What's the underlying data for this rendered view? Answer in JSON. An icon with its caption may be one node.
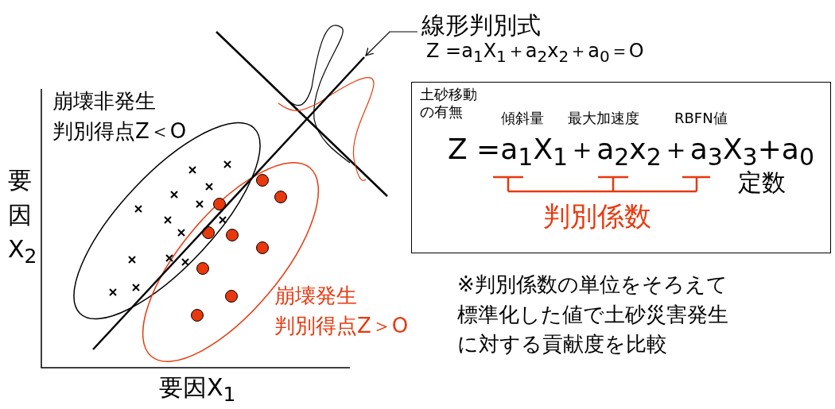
{
  "diagram": {
    "nodes": [
      {
        "text": [
          "土砂移動の有無",
          "傾斜量",
          "最大加速度",
          "RBFN値",
          "Z =a$_{1}$X$_{1}$＋a$_{2}$x$_{2}$＋a$_{3}$X$_{3}$+a$_{0}$",
          "定数",
          "判別係数"
        ]
      },
      {
        "text": [
          "線形判別式",
          "Z =a$_{1}$X$_{1}$＋a$_{2}$x$_{2}$＋a$_{0}$＝O"
        ]
      },
      {
        "text": [],
        "shape": "line"
      }
    ],
    "edges": [
      {
        "from": 1,
        "to": 2,
        "arrow": "to"
      }
    ],
    "labels": [
      "崩壊非発生",
      "判別得点Z＜O",
      "要因X$_{2}$",
      "崩壊発生",
      "判別得点Z＞O",
      "要因X$_{1}$",
      "※判別係数の単位をそろえて標準化した値で土砂災害発生に対する貢献度を比較"
    ]
  }
}
